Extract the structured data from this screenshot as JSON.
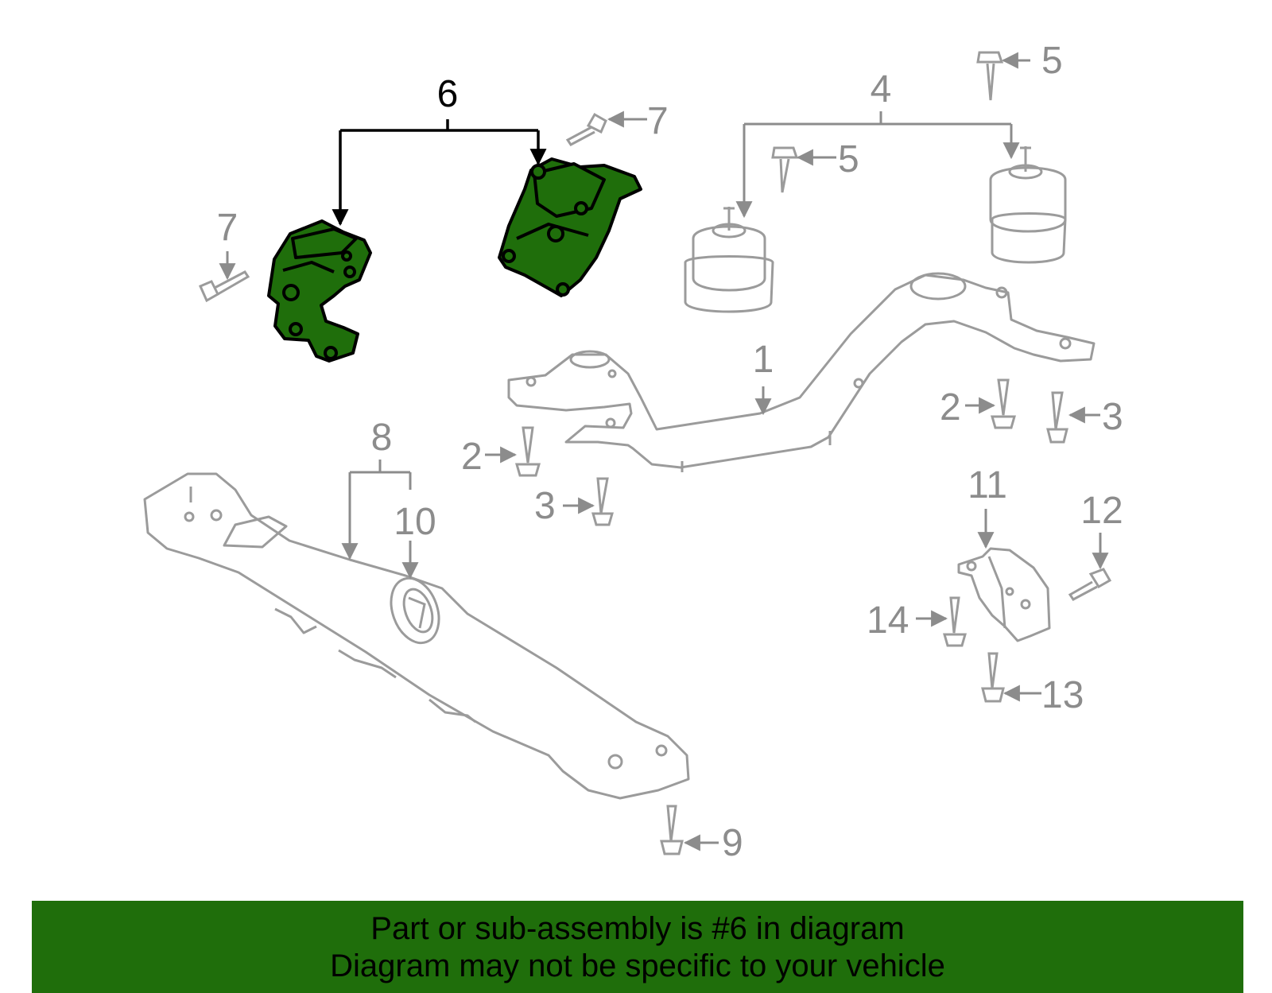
{
  "colors": {
    "highlight_fill": "#1f6e0b",
    "highlight_stroke": "#000000",
    "part_stroke": "#9b9b9b",
    "callout_gray": "#8c8c8c",
    "banner_bg": "#1f6e0b"
  },
  "callouts": {
    "c1": "1",
    "c2a": "2",
    "c2b": "2",
    "c3a": "3",
    "c3b": "3",
    "c4": "4",
    "c5a": "5",
    "c5b": "5",
    "c6": "6",
    "c7a": "7",
    "c7b": "7",
    "c8": "8",
    "c9": "9",
    "c10": "10",
    "c11": "11",
    "c12": "12",
    "c13": "13",
    "c14": "14"
  },
  "highlighted_part": "6",
  "banner": {
    "line1": "Part or sub-assembly is #6 in diagram",
    "line2": "Diagram may not be specific to your vehicle"
  }
}
